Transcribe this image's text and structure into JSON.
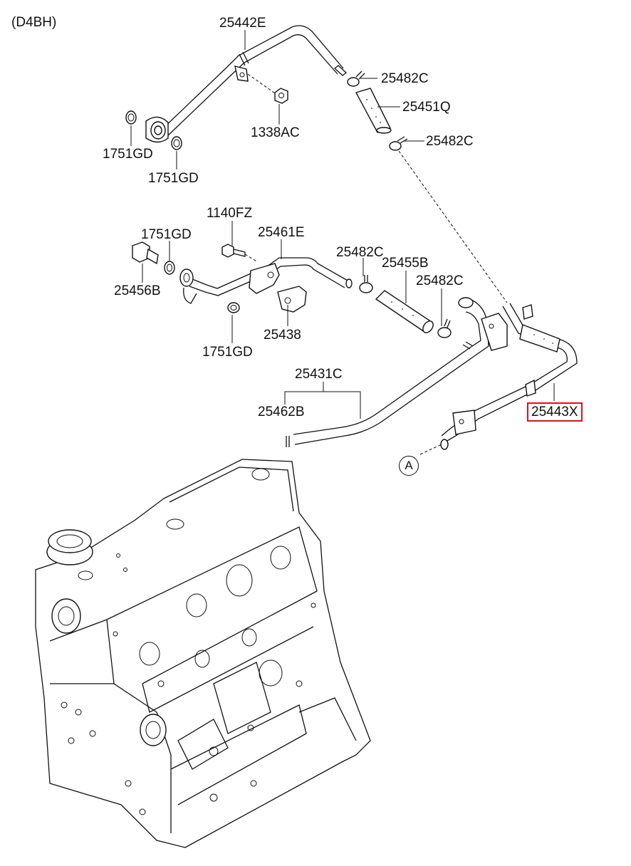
{
  "variant_label": "(D4BH)",
  "parts": [
    {
      "id": "p1",
      "code": "25442E"
    },
    {
      "id": "p2",
      "code": "25482C"
    },
    {
      "id": "p3",
      "code": "25451Q"
    },
    {
      "id": "p4",
      "code": "25482C"
    },
    {
      "id": "p5",
      "code": "1338AC"
    },
    {
      "id": "p6",
      "code": "1751GD"
    },
    {
      "id": "p7",
      "code": "1751GD"
    },
    {
      "id": "p8",
      "code": "1140FZ"
    },
    {
      "id": "p9",
      "code": "1751GD"
    },
    {
      "id": "p10",
      "code": "25461E"
    },
    {
      "id": "p11",
      "code": "25482C"
    },
    {
      "id": "p12",
      "code": "25455B"
    },
    {
      "id": "p13",
      "code": "25482C"
    },
    {
      "id": "p14",
      "code": "25456B"
    },
    {
      "id": "p15",
      "code": "25438"
    },
    {
      "id": "p16",
      "code": "1751GD"
    },
    {
      "id": "p17",
      "code": "25431C"
    },
    {
      "id": "p18",
      "code": "25462B"
    },
    {
      "id": "p19",
      "code": "25443X",
      "highlighted": true,
      "highlight_color": "#e0101a"
    }
  ],
  "reference_marker": "A"
}
